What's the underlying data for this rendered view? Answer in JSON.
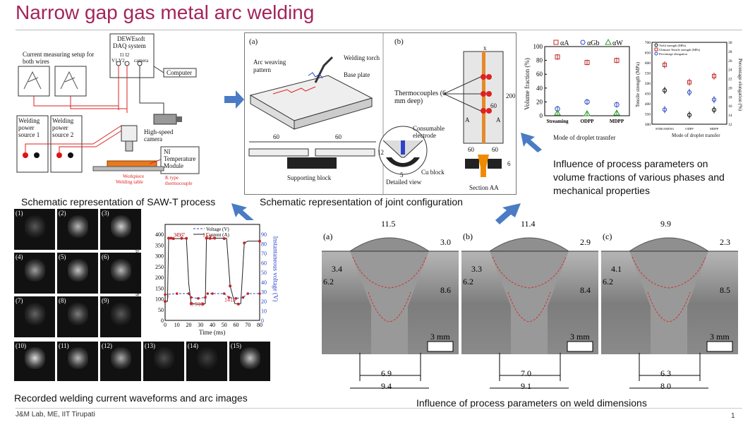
{
  "title": "Narrow gap gas metal arc welding",
  "footer": {
    "lab": "J&M Lab, ME, IIT Tirupati",
    "page": "1"
  },
  "captions": {
    "schematic_process": "Schematic representation of SAW-T process",
    "joint_config": "Schematic representation of joint configuration",
    "process_params_line1": "Influence of process parameters on",
    "process_params_line2": "volume fractions of various phases and",
    "process_params_line3": "mechanical properties",
    "waveforms": "Recorded welding current waveforms and arc images",
    "weld_dims": "Influence of process parameters on weld dimensions"
  },
  "setup": {
    "current_setup": "Current measuring setup for both wires",
    "daq_line1": "DEWEsoft",
    "daq_line2": "DAQ system",
    "daq_ch": "I1  I2",
    "daq_v": "V1 V2",
    "camera_port": "camera",
    "computer": "Computer",
    "psu1": "Welding power source 1",
    "psu2": "Welding power source 2",
    "hs_camera": "High-speed camera",
    "ni_module": "NI Temperature Module",
    "workpiece": "Workpiece",
    "welding_table": "Welding table",
    "thermocouple": "K type thermocouple"
  },
  "joint": {
    "a_label": "(a)",
    "b_label": "(b)",
    "arc_weaving": "Arc weaving pattern",
    "torch": "Welding torch",
    "base_plate": "Base plate",
    "thermocouples": "Thermocouples (6 mm deep)",
    "consumable": "Consumable electrode",
    "cu_block": "Cu block",
    "supporting_block": "Supporting block",
    "detailed_view": "Detailed view",
    "section_aa": "Section AA",
    "dim_60a": "60",
    "dim_60b": "60",
    "dim_12": "12",
    "dim_5": "5",
    "dim_200": "200",
    "dim_60c": "60",
    "dim_60d": "60",
    "dim_60e": "60",
    "dim_x": "x",
    "dim_6": "6",
    "a_mark": "A"
  },
  "vf_chart": {
    "ylabel": "Volume fraction (%)",
    "xlabel": "Mode of droplet trasnfer",
    "legend": [
      "αA",
      "αGb",
      "αW"
    ],
    "legend_colors": [
      "#c0282a",
      "#2d44c8",
      "#2a9a2a"
    ],
    "yticks": [
      "0",
      "20",
      "40",
      "60",
      "80",
      "100"
    ],
    "categories": [
      "Streaming",
      "ODPP",
      "MDPP"
    ]
  },
  "mech_chart": {
    "ylabel_left": "Tensile strength (MPa)",
    "ylabel_right": "Percentage elongation (%)",
    "xlabel": "Mode of droplet transfer",
    "legend": [
      "Yield strength (MPa)",
      "Ultimate Tensile strength (MPa)",
      "Percentage elongation"
    ],
    "yticks_left": [
      "300",
      "350",
      "400",
      "450",
      "500",
      "550",
      "600",
      "650",
      "700"
    ],
    "yticks_right": [
      "12",
      "14",
      "16",
      "18",
      "20",
      "22",
      "24",
      "26",
      "28",
      "30"
    ],
    "categories": [
      "STREAMING",
      "ODPP",
      "MDPP"
    ]
  },
  "wave_chart": {
    "ylabel_left": "Instantaneous current (A)",
    "ylabel_right": "Instantaneous voltage (V)",
    "xlabel": "Time (ms)",
    "legend": [
      "Voltage (V)",
      "Current (A)"
    ],
    "yticks_left": [
      "0",
      "50",
      "100",
      "150",
      "200",
      "250",
      "300",
      "350",
      "400"
    ],
    "yticks_right": [
      "0",
      "10",
      "20",
      "30",
      "40",
      "50",
      "60",
      "70",
      "80",
      "90"
    ],
    "xticks": [
      "0",
      "10",
      "20",
      "30",
      "40",
      "50",
      "60",
      "70",
      "80"
    ],
    "point_labels": [
      "1",
      "3",
      "4",
      "5",
      "6",
      "7",
      "8",
      "9",
      "10",
      "11",
      "12",
      "13",
      "14",
      "15"
    ]
  },
  "arc_frames": [
    "(1)",
    "(2)",
    "(3)",
    "(4)",
    "(5)",
    "(6)",
    "(7)",
    "(8)",
    "(9)",
    "(10)",
    "(11)",
    "(12)",
    "(13)",
    "(14)",
    "(15)"
  ],
  "chart_data": [
    {
      "type": "scatter",
      "title": "",
      "xlabel": "Mode of droplet trasnfer",
      "ylabel": "Volume fraction (%)",
      "categories": [
        "Streaming",
        "ODPP",
        "MDPP"
      ],
      "ylim": [
        0,
        100
      ],
      "series": [
        {
          "name": "αA",
          "values": [
            85,
            77,
            80
          ]
        },
        {
          "name": "αGb",
          "values": [
            10,
            20,
            16
          ]
        },
        {
          "name": "αW",
          "values": [
            4,
            3,
            4
          ]
        }
      ]
    },
    {
      "type": "scatter",
      "title": "",
      "xlabel": "Mode of droplet transfer",
      "ylabel": "Tensile strength (MPa)",
      "categories": [
        "STREAMING",
        "ODPP",
        "MDPP"
      ],
      "ylim": [
        300,
        700
      ],
      "y2lim": [
        12,
        30
      ],
      "series": [
        {
          "name": "Yield strength (MPa)",
          "values": [
            465,
            345,
            370
          ],
          "axis": "left"
        },
        {
          "name": "Ultimate Tensile strength (MPa)",
          "values": [
            590,
            505,
            535
          ],
          "axis": "left"
        },
        {
          "name": "Percentage elongation",
          "values": [
            15.2,
            19,
            17.4
          ],
          "axis": "right"
        }
      ]
    },
    {
      "type": "line",
      "title": "",
      "xlabel": "Time (ms)",
      "ylabel": "Instantaneous current (A)",
      "y2label": "Instantaneous voltage (V)",
      "xlim": [
        0,
        80
      ],
      "ylim": [
        0,
        400
      ],
      "y2lim": [
        0,
        90
      ],
      "series": [
        {
          "name": "Current (A)",
          "x": [
            0,
            2,
            3,
            4,
            5,
            6,
            7,
            12,
            14,
            16,
            18,
            20,
            22,
            27,
            32,
            34,
            35,
            36,
            38,
            40,
            42,
            48,
            50,
            52,
            55,
            59,
            62,
            64,
            67,
            70,
            80
          ],
          "y": [
            88,
            88,
            382,
            382,
            382,
            382,
            380,
            380,
            381,
            380,
            381,
            170,
            78,
            75,
            76,
            78,
            382,
            382,
            381,
            380,
            382,
            382,
            380,
            382,
            160,
            78,
            76,
            78,
            360,
            368,
            368
          ]
        },
        {
          "name": "Voltage (V)",
          "x": [
            0,
            10,
            20,
            22,
            28,
            34,
            36,
            40,
            50,
            54,
            60,
            66,
            70,
            80
          ],
          "y": [
            27,
            28,
            28,
            24,
            23,
            24,
            28,
            28,
            28,
            24,
            23,
            24,
            28,
            28
          ]
        }
      ]
    }
  ],
  "weld": {
    "panels": [
      {
        "label": "(a)",
        "top_width": "11.5",
        "reinf": "3.0",
        "left1": "3.4",
        "left2": "6.2",
        "depth": "8.6",
        "root": "6.9",
        "bottom": "9.4",
        "scale": "3 mm"
      },
      {
        "label": "(b)",
        "top_width": "11.4",
        "reinf": "2.9",
        "left1": "3.3",
        "left2": "6.2",
        "depth": "8.4",
        "root": "7.0",
        "bottom": "9.1",
        "scale": "3 mm"
      },
      {
        "label": "(c)",
        "top_width": "9.9",
        "reinf": "2.3",
        "left1": "4.1",
        "left2": "6.2",
        "depth": "8.5",
        "root": "6.3",
        "bottom": "8.0",
        "scale": "3 mm"
      }
    ]
  }
}
